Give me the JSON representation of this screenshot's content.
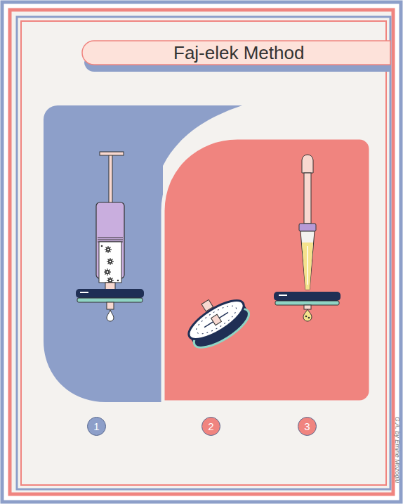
{
  "diagram": {
    "title": "Faj-elek Method",
    "nodes": [
      {
        "text": [
          "1"
        ]
      },
      {
        "text": [
          "2"
        ]
      },
      {
        "text": [
          "3"
        ]
      }
    ],
    "labels": [
      "G.A. by Emine Mozoglu"
    ]
  }
}
